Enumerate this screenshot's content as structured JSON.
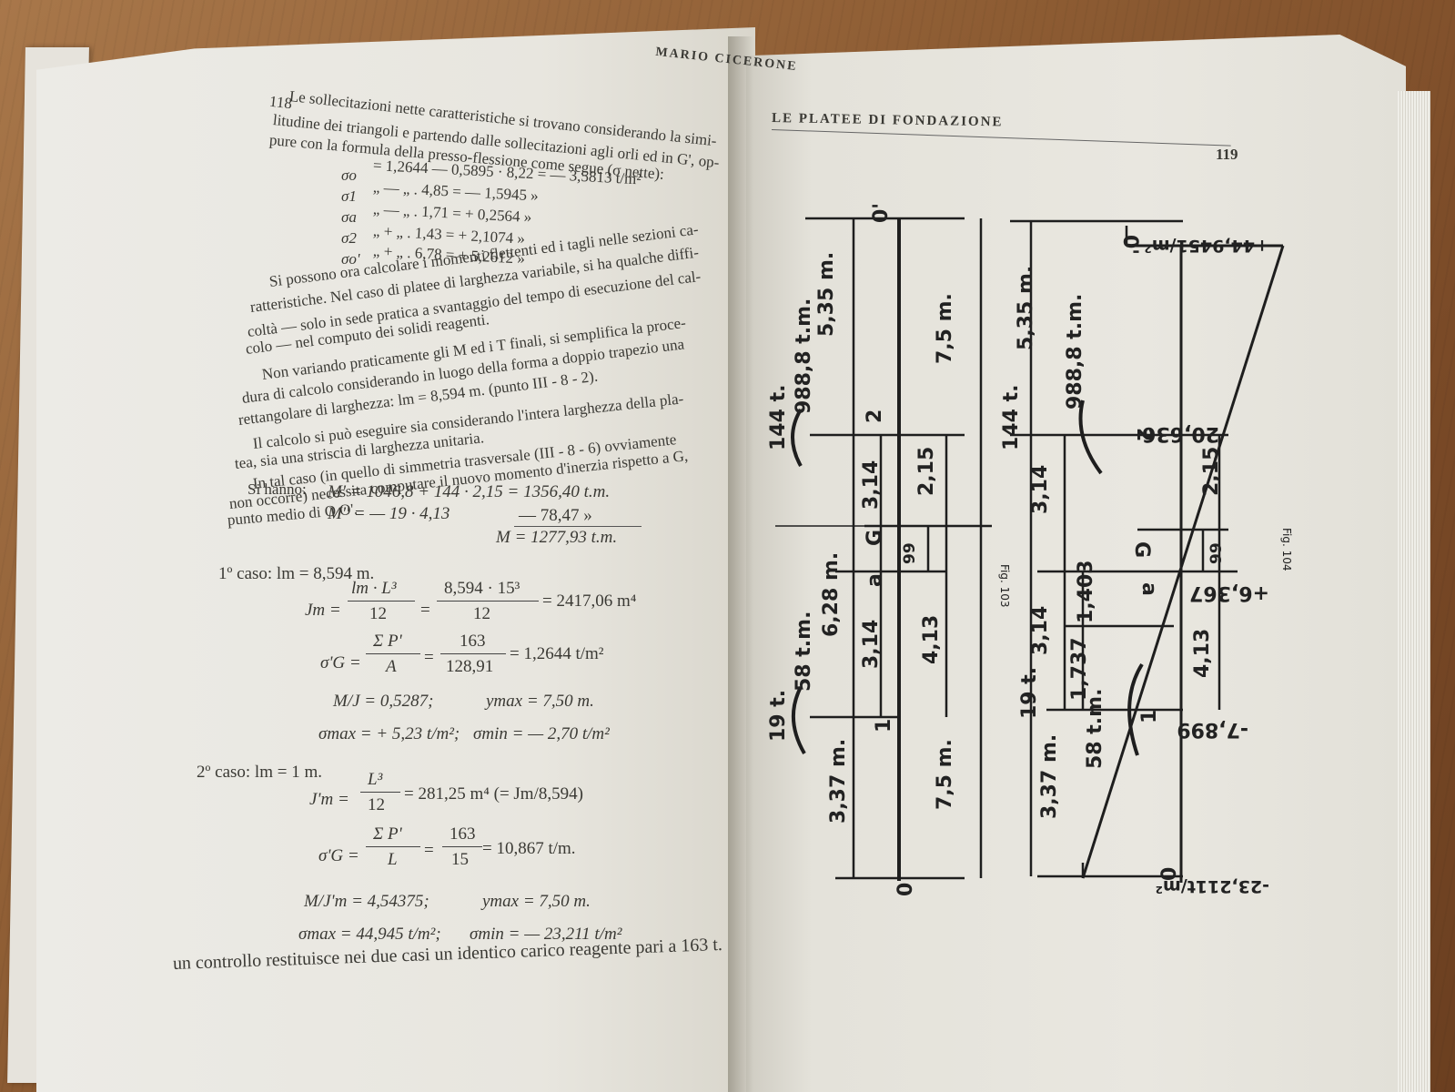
{
  "left_page": {
    "running_head_author": "MARIO CICERONE",
    "page_number": "118",
    "lines": [
      "Le sollecitazioni nette caratteristiche si trovano considerando la similitudine dei triangoli e partendo dalle sollecitazioni agli orli ed in G'; oppure con la formula della presso-flessione come segue (σ nette):"
    ],
    "intro_1": "Le sollecitazioni nette caratteristiche si trovano considerando la simi-",
    "intro_2": "litudine dei triangoli e partendo dalle sollecitazioni agli orli ed in G', op-",
    "intro_3": "pure con la formula della presso-flessione come segue (σ nette):",
    "sigma_rows": [
      {
        "label": "σo",
        "expr": "= 1,2644 — 0,5895 · 8,22 = — 3,5813 t/m²"
      },
      {
        "label": "σ1",
        "expr": "„   —   „   . 4,85 = — 1,5945   »"
      },
      {
        "label": "σa",
        "expr": "„   —   „   . 1,71 = + 0,2564   »"
      },
      {
        "label": "σ2",
        "expr": "„   +   „   . 1,43 = + 2,1074   »"
      },
      {
        "label": "σo'",
        "expr": "„   +   „   . 6,78 = + 5,2612   »"
      }
    ],
    "para_1": "Si possono ora calcolare i momenti flettenti ed i tagli nelle sezioni ca-",
    "para_2": "ratteristiche. Nel caso di platee di larghezza variabile, si ha qualche diffi-",
    "para_3": "coltà — solo in sede pratica a svantaggio del tempo di esecuzione del cal-",
    "para_4": "colo — nel computo dei solidi reagenti.",
    "para_5": "Non variando praticamente gli M ed i T finali, si semplifica la proce-",
    "para_6": "dura di calcolo considerando in luogo della forma a doppio trapezio una",
    "para_7": "rettangolare di larghezza: lm = 8,594 m. (punto III - 8 - 2).",
    "para_8": "Il calcolo si può eseguire sia considerando l'intera larghezza della pla-",
    "para_9": "tea, sia una striscia di larghezza unitaria.",
    "para_10": "In tal caso (in quello di simmetria trasversale (III - 8 - 6) ovviamente",
    "para_11": "non occorre) necessita computare il nuovo momento d'inerzia rispetto a G,",
    "para_12": "punto medio di O O'.",
    "si_hanno": "Si hanno:",
    "m1": "M' = 1046,8 + 144 · 2,15 = 1356,40 t.m.",
    "m2_left": "M'' = — 19 · 4,13",
    "m2_right": "— 78,47   »",
    "m_total": "M = 1277,93 t.m.",
    "caso1_label": "1º caso:  lm = 8,594 m.",
    "caso1_J_lhs": "Jm =",
    "caso1_J_num": "lm · L³",
    "caso1_J_den": "12",
    "caso1_J_num2": "8,594 · 15³",
    "caso1_J_den2": "12",
    "caso1_J_res": "= 2417,06 m⁴",
    "caso1_s_lhs": "σ'G =",
    "caso1_s_num": "Σ P'",
    "caso1_s_den": "A",
    "caso1_s_num2": "163",
    "caso1_s_den2": "128,91",
    "caso1_s_res": "= 1,2644 t/m²",
    "caso1_MJ": "M/J = 0,5287;",
    "caso1_ymax": "ymax = 7,50 m.",
    "caso1_smax": "σmax = + 5,23 t/m²;",
    "caso1_smin": "σmin = — 2,70 t/m²",
    "caso2_label": "2º caso:  lm = 1 m.",
    "caso2_J_lhs": "J'm =",
    "caso2_J_num": "L³",
    "caso2_J_den": "12",
    "caso2_J_res": "= 281,25 m⁴   (= Jm/8,594)",
    "caso2_s_lhs": "σ'G =",
    "caso2_s_num": "Σ P'",
    "caso2_s_den": "L",
    "caso2_s_num2": "163",
    "caso2_s_den2": "15",
    "caso2_s_res": "= 10,867 t/m.",
    "caso2_MJ": "M/J'm = 4,54375;",
    "caso2_ymax": "ymax = 7,50 m.",
    "caso2_smax": "σmax = 44,945 t/m²;",
    "caso2_smin": "σmin = — 23,211 t/m²",
    "closing": "un controllo restituisce nei due casi un identico carico reagente pari a 163 t."
  },
  "right_page": {
    "running_head": "LE PLATEE DI FONDAZIONE",
    "page_number": "119",
    "fig103": {
      "caption": "Fig. 103",
      "top_label": "0'",
      "bottom_label": "0",
      "dims": [
        "5,35 m.",
        "7,5 m.",
        "3,14",
        "2,15",
        "6,28 m.",
        "99",
        "3,14",
        "4,13",
        "3,37 m.",
        "7,5 m."
      ],
      "points": [
        "2",
        "G",
        "a",
        "1"
      ],
      "loads": [
        "144 t.",
        "988,8 t.m.",
        "19 t.",
        "58 t.m."
      ]
    },
    "fig104": {
      "caption": "Fig. 104",
      "top_label": "0'",
      "bottom_label": "0",
      "top_value": "+44,9451/m²",
      "bottom_value": "-23,211t/m²",
      "values": [
        "20,636",
        "+6,367",
        "-7,899"
      ],
      "dims": [
        "5,35 m.",
        "3,14",
        "2,15",
        "99",
        "1,403",
        "3,14",
        "1,737",
        "4,13",
        "3,37 m."
      ],
      "points": [
        "2",
        "G",
        "a",
        "1"
      ],
      "loads": [
        "144 t.",
        "988,8 t.m.",
        "19 t.",
        "58 t.m."
      ]
    }
  }
}
